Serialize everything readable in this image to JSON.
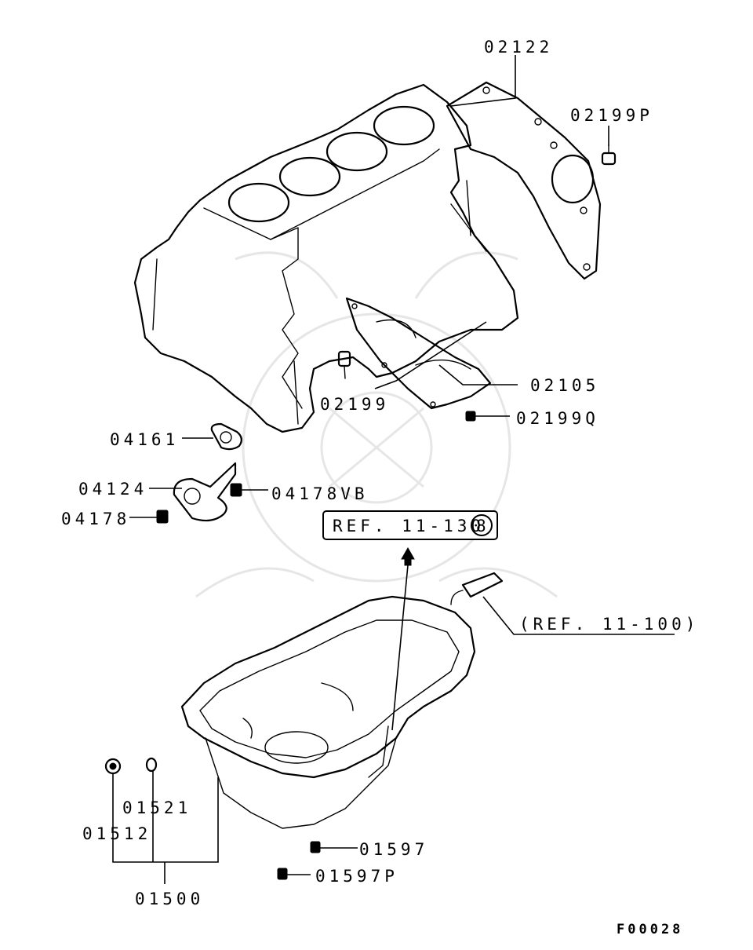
{
  "diagram_code": "F00028",
  "labels": {
    "l02122": "02122",
    "l02199P": "02199P",
    "l02105": "02105",
    "l02199": "02199",
    "l02199Q": "02199Q",
    "l04161": "04161",
    "l04124": "04124",
    "l04178VB": "04178VB",
    "l04178": "04178",
    "l01521": "01521",
    "l01512": "01512",
    "l01500": "01500",
    "l01597": "01597",
    "l01597P": "01597P"
  },
  "refs": {
    "ref_11_130": "REF. 11-130",
    "ref_11_130_num": "8",
    "ref_11_100": "(REF. 11-100)"
  }
}
